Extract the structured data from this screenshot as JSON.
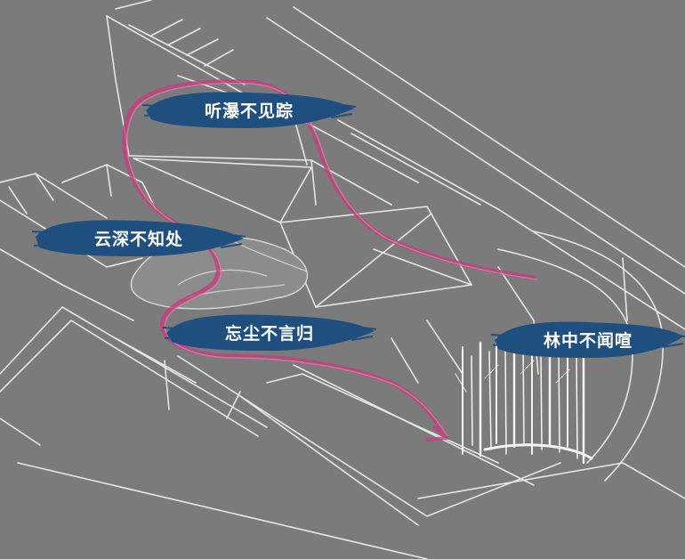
{
  "labels": [
    {
      "id": "ting-pu",
      "text": "听瀑不见踪"
    },
    {
      "id": "yun-shen",
      "text": "云深不知处"
    },
    {
      "id": "wang-chen",
      "text": "忘尘不言归"
    },
    {
      "id": "lin-zhong",
      "text": "林中不闻喧"
    }
  ],
  "colors": {
    "background": "#7b7b7b",
    "linework": "#e8e8e8",
    "route": "#c0417f",
    "label_brush": "#1f4f7e",
    "label_text": "#ffffff"
  },
  "icons": [
    "route-arrow-icon",
    "brush-stroke-icon",
    "tree-grove-icon"
  ]
}
